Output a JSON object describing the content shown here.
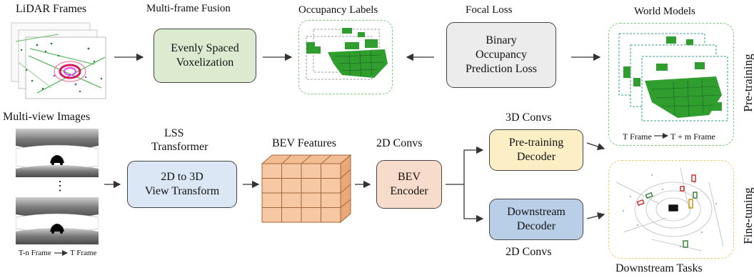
{
  "colors": {
    "fusion_fill": "#dcebcf",
    "binary_fill": "#ececec",
    "lss_fill": "#dbe7f5",
    "bev_enc_fill": "#f8dccb",
    "pre_dec_fill": "#fdefc5",
    "down_dec_fill": "#b9cfe8",
    "occupancy_green": "#2f9e2f",
    "pretrain_border": "#7ec87e",
    "finetune_border": "#f2c96a",
    "cube_fill": "#f6c9a4",
    "cube_line": "#a7663a"
  },
  "labels": {
    "lidar_frames": "LiDAR Frames",
    "multiframe_fusion": "Multi-frame Fusion",
    "occupancy_labels": "Occupancy Labels",
    "focal_loss": "Focal Loss",
    "world_models": "World Models",
    "multiview_images": "Multi-view Images",
    "lss_transformer_line1": "LSS",
    "lss_transformer_line2": "Transformer",
    "bev_features": "BEV Features",
    "conv2d_top": "2D Convs",
    "conv3d": "3D Convs",
    "conv2d_bottom": "2D Convs",
    "downstream_tasks": "Downstream Tasks",
    "pretraining_side": "Pre-training",
    "finetuning_side": "Fine-tuning",
    "t_frame_left": "T-n Frame",
    "t_frame_right": "T Frame",
    "wm_frame_left": "T Frame",
    "wm_frame_right": "T + m Frame",
    "dots": "⋮"
  },
  "boxes": {
    "voxelization_line1": "Evenly Spaced",
    "voxelization_line2": "Voxelization",
    "binary_line1": "Binary",
    "binary_line2": "Occupancy",
    "binary_line3": "Prediction Loss",
    "view_transform_line1": "2D to 3D",
    "view_transform_line2": "View Transform",
    "bev_encoder_line1": "BEV",
    "bev_encoder_line2": "Encoder",
    "pre_decoder_line1": "Pre-training",
    "pre_decoder_line2": "Decoder",
    "down_decoder_line1": "Downstream",
    "down_decoder_line2": "Decoder"
  }
}
